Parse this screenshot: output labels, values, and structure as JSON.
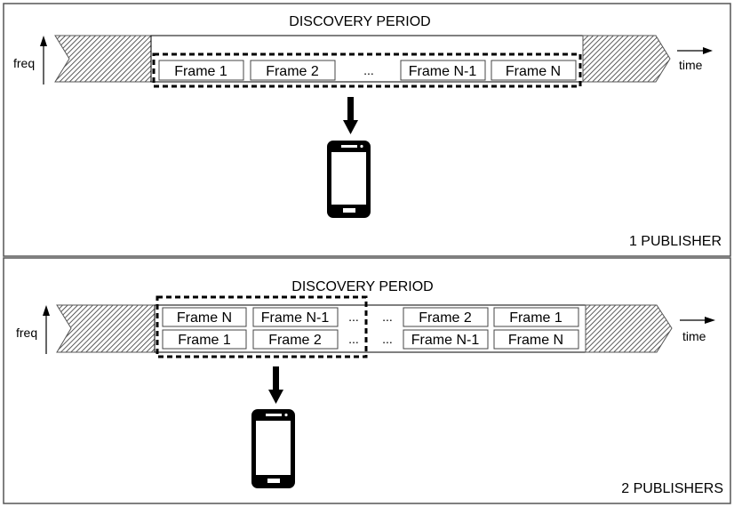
{
  "panels": [
    {
      "title": "DISCOVERY PERIOD",
      "caption": "1 PUBLISHER",
      "axis_y_label": "freq",
      "axis_x_label": "time",
      "rows": [
        [
          "Frame 1",
          "Frame 2",
          "...",
          "Frame N-1",
          "Frame N"
        ]
      ]
    },
    {
      "title": "DISCOVERY PERIOD",
      "caption": "2 PUBLISHERS",
      "axis_y_label": "freq",
      "axis_x_label": "time",
      "rows": [
        [
          "Frame N",
          "Frame N-1",
          "...",
          "...",
          "Frame 2",
          "Frame 1"
        ],
        [
          "Frame 1",
          "Frame 2",
          "...",
          "...",
          "Frame N-1",
          "Frame N"
        ]
      ]
    }
  ],
  "icons": {
    "receiver": "smartphone-icon",
    "arrow": "arrow-down-icon"
  }
}
